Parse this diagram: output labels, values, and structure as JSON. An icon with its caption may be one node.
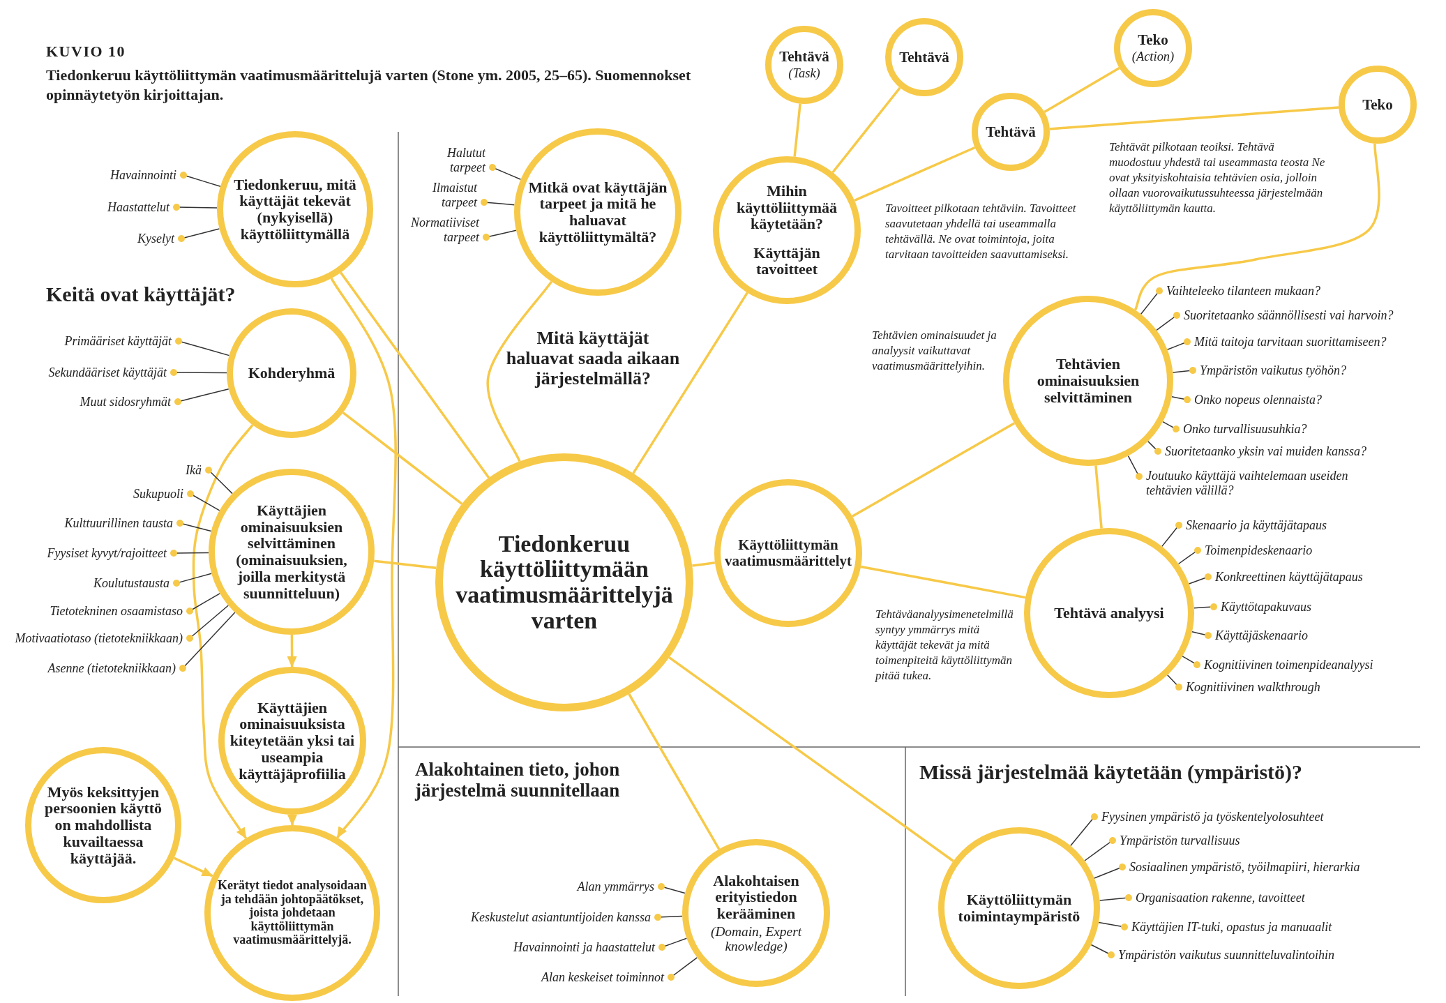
{
  "diagram": {
    "title": "KUVIO 10",
    "caption": "Tiedonkeruu käyttöliittymän vaatimusmäärittelujä varten (Stone ym. 2005, 25–65). Suomennokset opinnäytetyön kirjoittajan.",
    "nodes": [
      {
        "text": [
          "Tiedonkeruu, mitä käyttäjät tekevät (nykyisellä) käyttöliittymällä"
        ]
      },
      {
        "text": [
          "Havainnointi"
        ]
      },
      {
        "text": [
          "Haastattelut"
        ]
      },
      {
        "text": [
          "Kyselyt"
        ]
      },
      {
        "text": [
          "Kohderyhmä"
        ]
      },
      {
        "text": [
          "Primääriset käyttäjät"
        ]
      },
      {
        "text": [
          "Sekundääriset käyttäjät"
        ]
      },
      {
        "text": [
          "Muut sidosryhmät"
        ]
      },
      {
        "text": [
          "Käyttäjien ominaisuuksien selvittäminen (ominaisuuksien, joilla merkitystä suunnitteluun)"
        ]
      },
      {
        "text": [
          "Ikä"
        ]
      },
      {
        "text": [
          "Sukupuoli"
        ]
      },
      {
        "text": [
          "Kulttuurillinen tausta"
        ]
      },
      {
        "text": [
          "Fyysiset kyvyt/rajoitteet"
        ]
      },
      {
        "text": [
          "Koulutustausta"
        ]
      },
      {
        "text": [
          "Tietotekninen osaamistaso"
        ]
      },
      {
        "text": [
          "Motivaatiotaso (tietotekniikkaan)"
        ]
      },
      {
        "text": [
          "Asenne (tietotekniikkaan)"
        ]
      },
      {
        "text": [
          "Käyttäjien ominaisuuksista kiteytetään yksi tai useampia käyttäjäprofiilia"
        ]
      },
      {
        "text": [
          "Myös keksittyjen persoonien käyttö on mahdollista kuvailtaessa käyttäjää."
        ]
      },
      {
        "text": [
          "Kerätyt tiedot analysoidaan ja tehdään johtopäätökset, joista johdetaan käyttöliittymän vaatimusmäärittelyjä."
        ]
      },
      {
        "text": [
          "Mitkä ovat käyttäjän tarpeet ja mitä he haluavat käyttöliittymältä?"
        ]
      },
      {
        "text": [
          "Halutut tarpeet"
        ]
      },
      {
        "text": [
          "Ilmaistut tarpeet"
        ]
      },
      {
        "text": [
          "Normatiiviset tarpeet"
        ]
      },
      {
        "text": [
          "Tiedonkeruu käyttöliittymään vaatimusmäärittelyjä varten"
        ]
      },
      {
        "text": [
          "Tehtävä",
          "(Task)"
        ]
      },
      {
        "text": [
          "Tehtävä"
        ]
      },
      {
        "text": [
          "Teko",
          "(Action)"
        ]
      },
      {
        "text": [
          "Mihin käyttöliittymää käytetään?",
          "Käyttäjän tavoitteet"
        ]
      },
      {
        "text": [
          "Tehtävä"
        ]
      },
      {
        "text": [
          "Teko"
        ]
      },
      {
        "text": [
          "Tehtävien ominaisuuksien selvittäminen"
        ]
      },
      {
        "text": [
          "Vaihteleeko tilanteen mukaan?"
        ]
      },
      {
        "text": [
          "Suoritetaanko säännöllisesti vai harvoin?"
        ]
      },
      {
        "text": [
          "Mitä taitoja tarvitaan suorittamiseen?"
        ]
      },
      {
        "text": [
          "Ympäristön vaikutus työhön?"
        ]
      },
      {
        "text": [
          "Onko nopeus olennaista?"
        ]
      },
      {
        "text": [
          "Onko turvallisuusuhkia?"
        ]
      },
      {
        "text": [
          "Suoritetaanko yksin vai muiden kanssa?"
        ]
      },
      {
        "text": [
          "Joutuuko käyttäjä vaihtelemaan useiden tehtävien välillä?"
        ]
      },
      {
        "text": [
          "Käyttöliittymän vaatimusmäärittelyt"
        ]
      },
      {
        "text": [
          "Tehtävä analyysi"
        ]
      },
      {
        "text": [
          "Skenaario ja käyttäjätapaus"
        ]
      },
      {
        "text": [
          "Toimenpideskenaario"
        ]
      },
      {
        "text": [
          "Konkreettinen käyttäjätapaus"
        ]
      },
      {
        "text": [
          "Käyttötapakuvaus"
        ]
      },
      {
        "text": [
          "Käyttäjäskenaario"
        ]
      },
      {
        "text": [
          "Kognitiivinen toimenpideanalyysi"
        ]
      },
      {
        "text": [
          "Kognitiivinen walkthrough"
        ]
      },
      {
        "text": [
          "Alakohtaisen erityistiedon kerääminen",
          "(Domain, Expert knowledge)"
        ]
      },
      {
        "text": [
          "Alan ymmärrys"
        ]
      },
      {
        "text": [
          "Keskustelut asiantuntijoiden kanssa"
        ]
      },
      {
        "text": [
          "Havainnointi ja haastattelut"
        ]
      },
      {
        "text": [
          "Alan keskeiset toiminnot"
        ]
      },
      {
        "text": [
          "Käyttöliittymän toimintaympäristö"
        ]
      },
      {
        "text": [
          "Fyysinen ympäristö ja työskentelyolosuhteet"
        ]
      },
      {
        "text": [
          "Ympäristön turvallisuus"
        ]
      },
      {
        "text": [
          "Sosiaalinen ympäristö, työilmapiiri, hierarkia"
        ]
      },
      {
        "text": [
          "Organisaation rakenne, tavoitteet"
        ]
      },
      {
        "text": [
          "Käyttäjien IT-tuki, opastus ja manuaalit"
        ]
      },
      {
        "text": [
          "Ympäristön vaikutus suunnitteluvalintoihin"
        ]
      }
    ],
    "edges": [
      {
        "from": 24,
        "to": 0,
        "arrow": "none",
        "color": "#f7c948"
      },
      {
        "from": 24,
        "to": 4,
        "arrow": "none",
        "color": "#f7c948"
      },
      {
        "from": 24,
        "to": 8,
        "arrow": "none",
        "color": "#f7c948"
      },
      {
        "from": 24,
        "to": 20,
        "arrow": "none",
        "color": "#f7c948"
      },
      {
        "from": 24,
        "to": 28,
        "arrow": "none",
        "color": "#f7c948"
      },
      {
        "from": 24,
        "to": 40,
        "arrow": "none",
        "color": "#f7c948"
      },
      {
        "from": 24,
        "to": 49,
        "arrow": "none",
        "color": "#f7c948"
      },
      {
        "from": 24,
        "to": 54,
        "arrow": "none",
        "color": "#f7c948"
      },
      {
        "from": 28,
        "to": 25,
        "arrow": "none",
        "color": "#f7c948"
      },
      {
        "from": 28,
        "to": 26,
        "arrow": "none",
        "color": "#f7c948"
      },
      {
        "from": 28,
        "to": 29,
        "arrow": "none",
        "color": "#f7c948"
      },
      {
        "from": 29,
        "to": 27,
        "arrow": "none",
        "color": "#f7c948"
      },
      {
        "from": 29,
        "to": 30,
        "arrow": "none",
        "color": "#f7c948"
      },
      {
        "from": 30,
        "to": 31,
        "arrow": "none",
        "color": "#f7c948"
      },
      {
        "from": 40,
        "to": 31,
        "arrow": "none",
        "color": "#f7c948"
      },
      {
        "from": 40,
        "to": 41,
        "arrow": "none",
        "color": "#f7c948"
      },
      {
        "from": 31,
        "to": 41,
        "arrow": "none",
        "color": "#f7c948"
      },
      {
        "from": 8,
        "to": 17,
        "arrow": "to",
        "color": "#f7c948"
      },
      {
        "from": 17,
        "to": 19,
        "arrow": "to",
        "color": "#f7c948"
      },
      {
        "from": 18,
        "to": 19,
        "arrow": "to",
        "color": "#f7c948"
      },
      {
        "from": 0,
        "to": 19,
        "arrow": "to",
        "color": "#f7c948"
      },
      {
        "from": 4,
        "to": 19,
        "arrow": "to",
        "color": "#f7c948"
      },
      {
        "from": 1,
        "to": 0,
        "arrow": "other"
      },
      {
        "from": 2,
        "to": 0,
        "arrow": "other"
      },
      {
        "from": 3,
        "to": 0,
        "arrow": "other"
      },
      {
        "from": 5,
        "to": 4,
        "arrow": "other"
      },
      {
        "from": 6,
        "to": 4,
        "arrow": "other"
      },
      {
        "from": 7,
        "to": 4,
        "arrow": "other"
      },
      {
        "from": 9,
        "to": 8,
        "arrow": "other"
      },
      {
        "from": 10,
        "to": 8,
        "arrow": "other"
      },
      {
        "from": 11,
        "to": 8,
        "arrow": "other"
      },
      {
        "from": 12,
        "to": 8,
        "arrow": "other"
      },
      {
        "from": 13,
        "to": 8,
        "arrow": "other"
      },
      {
        "from": 14,
        "to": 8,
        "arrow": "other"
      },
      {
        "from": 15,
        "to": 8,
        "arrow": "other"
      },
      {
        "from": 16,
        "to": 8,
        "arrow": "other"
      },
      {
        "from": 21,
        "to": 20,
        "arrow": "other"
      },
      {
        "from": 22,
        "to": 20,
        "arrow": "other"
      },
      {
        "from": 23,
        "to": 20,
        "arrow": "other"
      },
      {
        "from": 32,
        "to": 31,
        "arrow": "other"
      },
      {
        "from": 33,
        "to": 31,
        "arrow": "other"
      },
      {
        "from": 34,
        "to": 31,
        "arrow": "other"
      },
      {
        "from": 35,
        "to": 31,
        "arrow": "other"
      },
      {
        "from": 36,
        "to": 31,
        "arrow": "other"
      },
      {
        "from": 37,
        "to": 31,
        "arrow": "other"
      },
      {
        "from": 38,
        "to": 31,
        "arrow": "other"
      },
      {
        "from": 39,
        "to": 31,
        "arrow": "other"
      },
      {
        "from": 42,
        "to": 41,
        "arrow": "other"
      },
      {
        "from": 43,
        "to": 41,
        "arrow": "other"
      },
      {
        "from": 44,
        "to": 41,
        "arrow": "other"
      },
      {
        "from": 45,
        "to": 41,
        "arrow": "other"
      },
      {
        "from": 46,
        "to": 41,
        "arrow": "other"
      },
      {
        "from": 47,
        "to": 41,
        "arrow": "other"
      },
      {
        "from": 48,
        "to": 41,
        "arrow": "other"
      },
      {
        "from": 50,
        "to": 49,
        "arrow": "other"
      },
      {
        "from": 51,
        "to": 49,
        "arrow": "other"
      },
      {
        "from": 52,
        "to": 49,
        "arrow": "other"
      },
      {
        "from": 53,
        "to": 49,
        "arrow": "other"
      },
      {
        "from": 55,
        "to": 54,
        "arrow": "other"
      },
      {
        "from": 56,
        "to": 54,
        "arrow": "other"
      },
      {
        "from": 57,
        "to": 54,
        "arrow": "other"
      },
      {
        "from": 58,
        "to": 54,
        "arrow": "other"
      },
      {
        "from": 59,
        "to": 54,
        "arrow": "other"
      },
      {
        "from": 60,
        "to": 54,
        "arrow": "other"
      }
    ],
    "labels": [
      "Tehtävät pilkotaan teoiksi. Tehtävä muodostuu yhdestä tai useammasta teosta Ne ovat yksityiskohtaisia tehtävien osia, jolloin ollaan vuorovaikutussuhteessa järjestelmään käyttöliittymän kautta.",
      "Tavoitteet pilkotaan tehtäviin. Tavoitteet saavutetaan yhdellä tai useammalla tehtävällä. Ne ovat toimintoja, joita tarvitaan tavoitteiden saavuttamiseksi.",
      "Keitä ovat käyttäjät?",
      "Tehtävien ominaisuudet ja analyysit vaikuttavat vaatimusmäärittelyihin.",
      "Mitä käyttäjät haluavat saada aikaan järjestelmällä?",
      "Tehtäväanalyysimenetelmillä syntyy ymmärrys mitä käyttäjät tekevät ja mitä toimenpiteitä käyttöliittymän pitää tukea.",
      "Alakohtainen tieto, johon järjestelmä suunnitellaan",
      "Missä järjestelmää käytetään (ympäristö)?"
    ]
  }
}
